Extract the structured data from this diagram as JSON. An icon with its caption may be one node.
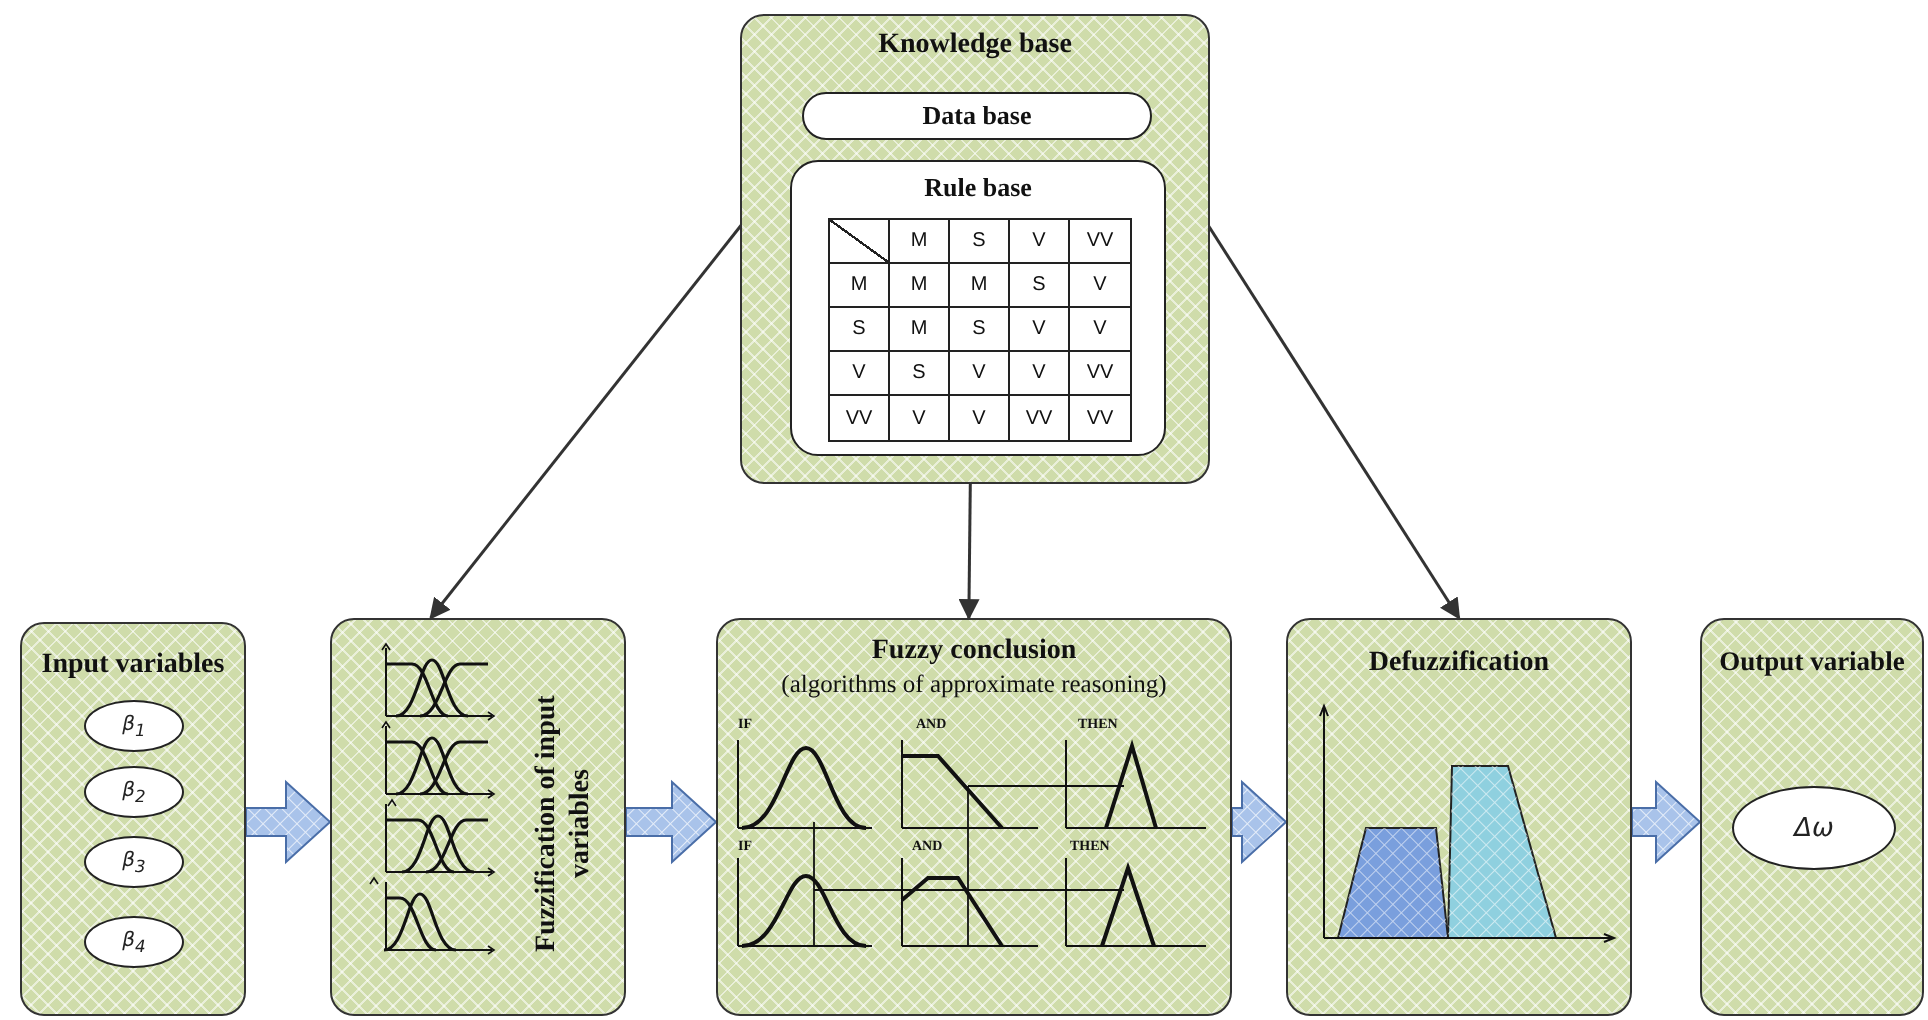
{
  "diagram": {
    "nodes": [
      {
        "text": [
          "Knowledge base"
        ]
      },
      {
        "text": [
          "Data base"
        ],
        "in": 0
      },
      {
        "text": [
          "Rule base"
        ],
        "in": 0
      },
      {
        "text": [
          "Input variables"
        ]
      },
      {
        "text": [
          "β$_{1}$"
        ],
        "in": 3
      },
      {
        "text": [
          "β$_{2}$"
        ],
        "in": 3
      },
      {
        "text": [
          "β$_{3}$"
        ],
        "in": 3
      },
      {
        "text": [
          "β$_{4}$"
        ],
        "in": 3
      },
      {
        "text": [
          "Fuzzification of input variables"
        ]
      },
      {
        "text": [
          "Fuzzy conclusion",
          "(algorithms of approximate reasoning)"
        ]
      },
      {
        "text": [
          "Defuzzification"
        ]
      },
      {
        "text": [
          "Output variable"
        ]
      },
      {
        "text": [
          "Δω"
        ],
        "in": 11
      }
    ],
    "edges": [
      {
        "from": 0,
        "to": 8,
        "arrow": "to"
      },
      {
        "from": 0,
        "to": 9,
        "arrow": "to"
      },
      {
        "from": 0,
        "to": 10,
        "arrow": "to"
      },
      {
        "from": 3,
        "to": 8,
        "arrow": "to",
        "style": "thick"
      },
      {
        "from": 8,
        "to": 9,
        "arrow": "to",
        "style": "thick"
      },
      {
        "from": 9,
        "to": 10,
        "arrow": "to",
        "style": "thick"
      },
      {
        "from": 10,
        "to": 11,
        "arrow": "to",
        "style": "thick"
      }
    ],
    "labels": [
      "M",
      "S",
      "V",
      "VV",
      "M",
      "M",
      "M",
      "S",
      "V",
      "S",
      "M",
      "S",
      "V",
      "V",
      "V",
      "S",
      "V",
      "V",
      "VV",
      "VV",
      "V",
      "V",
      "VV",
      "VV",
      "IF",
      "AND",
      "THEN",
      "IF",
      "AND",
      "THEN"
    ]
  }
}
